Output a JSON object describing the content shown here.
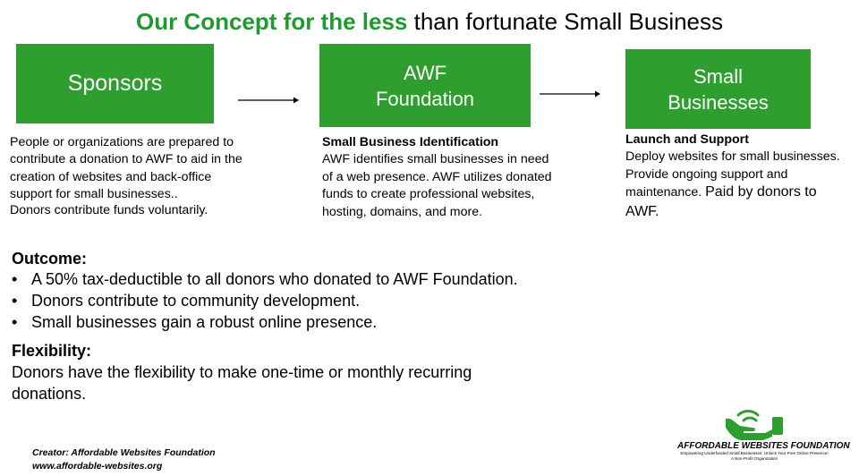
{
  "title": {
    "highlight": "Our Concept for the less",
    "rest": " than fortunate Small Business"
  },
  "colors": {
    "brand_green": "#2e9e2e",
    "title_green": "#1e9a2e"
  },
  "flow": {
    "boxes": [
      {
        "line1": "Sponsors",
        "line2": ""
      },
      {
        "line1": "AWF",
        "line2": "Foundation"
      },
      {
        "line1": "Small",
        "line2": "Businesses"
      }
    ],
    "arrow_icon": "right-arrow-icon"
  },
  "columns": [
    {
      "heading": "",
      "lines": [
        "People or organizations are prepared to",
        "contribute a donation to AWF to aid in the",
        "creation of websites and back-office",
        "support for small businesses..",
        "Donors contribute funds voluntarily."
      ]
    },
    {
      "heading": "Small Business Identification",
      "lines": [
        "AWF identifies small businesses in need",
        "of a web presence. AWF utilizes donated",
        "funds to create professional websites,",
        "hosting, domains, and more."
      ]
    },
    {
      "heading": "Launch and Support",
      "lines": [
        "Deploy websites for small businesses.",
        "Provide ongoing support and"
      ],
      "line3_a": "maintenance. ",
      "line3_b": "Paid by donors to",
      "line4": "AWF."
    }
  ],
  "outcome": {
    "title": "Outcome:",
    "bullet": "•",
    "items": [
      "A 50% tax-deductible to all donors who donated to AWF Foundation.",
      "Donors contribute to community development.",
      "Small businesses gain a robust online presence."
    ]
  },
  "flexibility": {
    "title": "Flexibility:",
    "text": "Donors have the flexibility to make one-time or monthly recurring donations."
  },
  "creator": {
    "line1": "Creator: Affordable Websites Foundation",
    "line2": "www.affordable-websites.org"
  },
  "logo": {
    "icon": "hand-holding-icon",
    "name": "AFFORDABLE WEBSITES FOUNDATION",
    "tagline": "Empowering Underfunded Small Businesses: Unlock Your Free Online Presence!",
    "sub": "A Non-Profit Organization"
  }
}
